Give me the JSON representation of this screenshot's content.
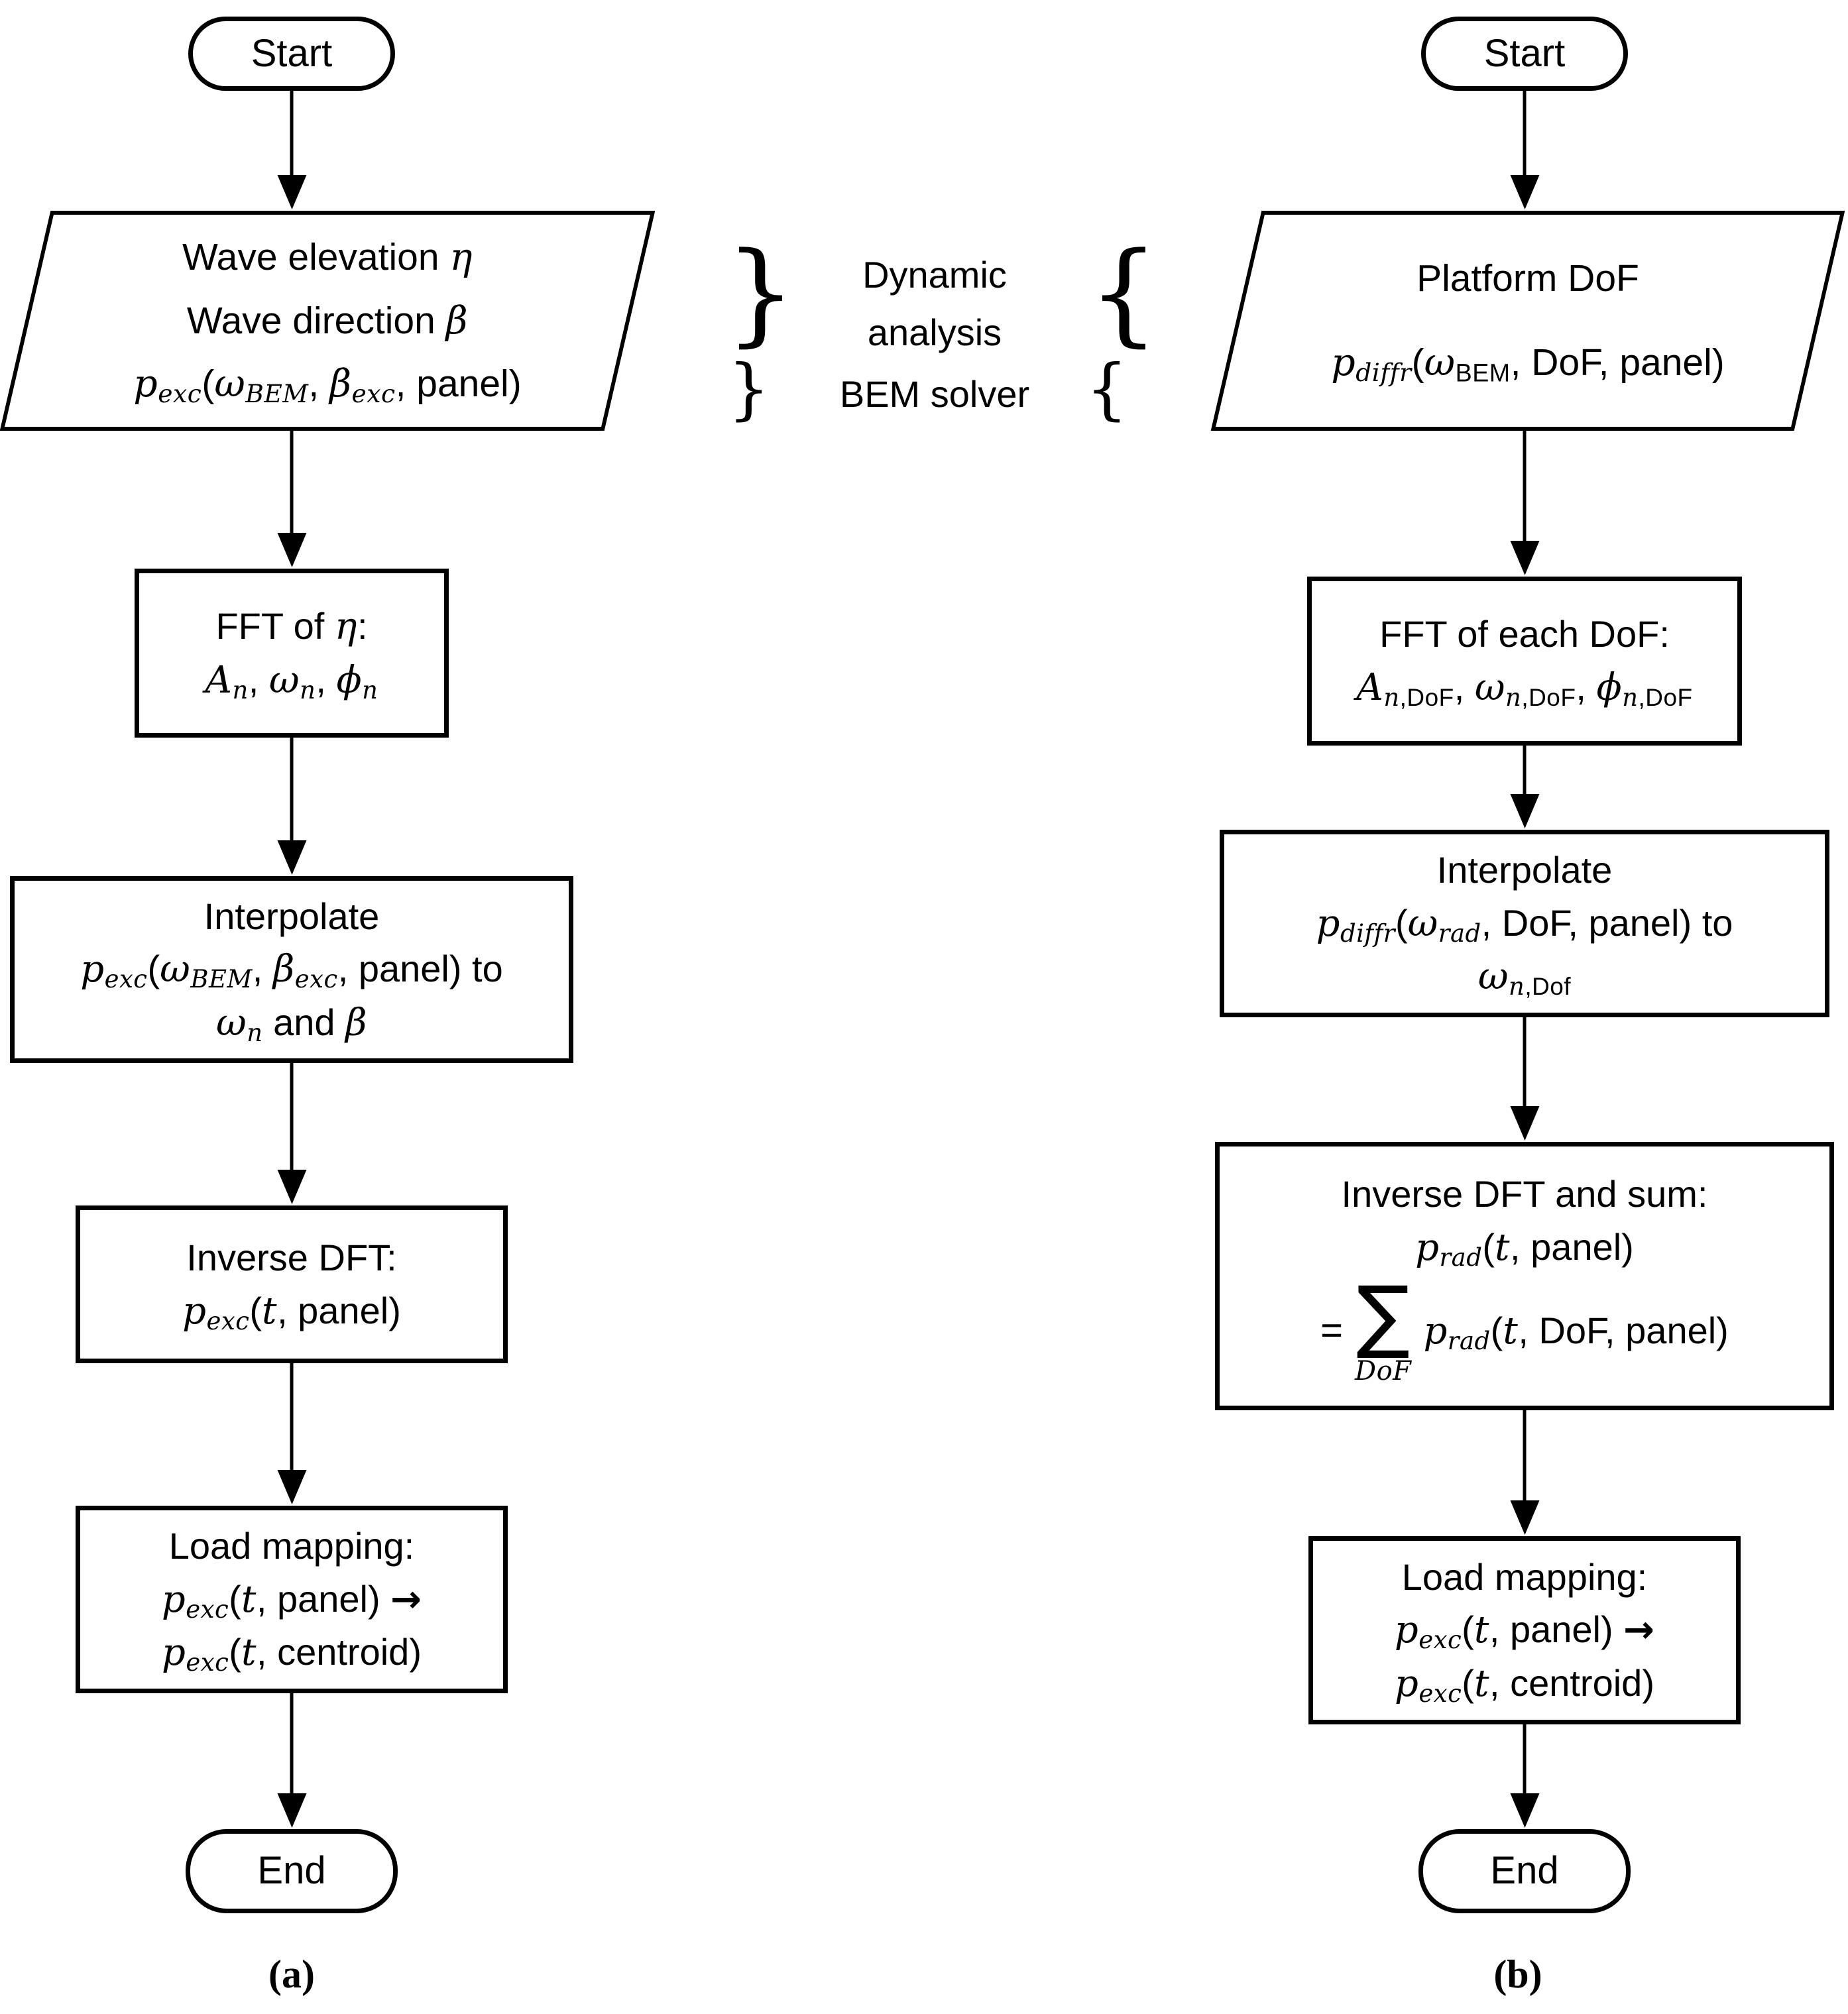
{
  "left": {
    "start_label": "Start",
    "input_lines": [
      "Wave elevation *η*",
      "Wave direction *β*",
      "*p*_{*exc*}(*ω*_{*BEM*}, *β*_{*exc*}, panel)"
    ],
    "fft_lines": [
      "FFT of *η*:",
      "*A*_{*n*}, *ω*_{*n*}, *ϕ*_{*n*}"
    ],
    "interp_lines": [
      "Interpolate",
      "*p*_{*exc*}(*ω*_{*BEM*}, *β*_{*exc*}, panel) to",
      "*ω*_{*n*} and *β*"
    ],
    "idft_lines": [
      "Inverse DFT:",
      "*p*_{*exc*}(*t*, panel)"
    ],
    "load_lines": [
      "Load mapping:",
      "*p*_{*exc*}(*t*, panel) →",
      "*p*_{*exc*}(*t*, centroid)"
    ],
    "end_label": "End",
    "caption": "(a)"
  },
  "center": {
    "dynamic_lines": [
      "Dynamic",
      "analysis"
    ],
    "bem_label": "BEM solver",
    "brace_close": "}",
    "brace_open": "{"
  },
  "right": {
    "start_label": "Start",
    "input_lines": [
      "Platform DoF",
      "*p*_{*diffr*}(*ω*_{BEM}, DoF, panel)"
    ],
    "fft_lines": [
      "FFT of each DoF:",
      "*A*_{*n*,DoF}, *ω*_{*n*,DoF}, *ϕ*_{*n*,DoF}"
    ],
    "interp_lines": [
      "Interpolate",
      "*p*_{*diffr*}(*ω*_{*rad*}, DoF, panel) to",
      "*ω*_{*n*,Dof}"
    ],
    "idft_title": "Inverse DFT and sum:",
    "idft_line2": "*p*_{*rad*}(*t*, panel)",
    "idft_equals": "=",
    "idft_sigma": "∑",
    "idft_sigma_sub": "*DoF*",
    "idft_rhs": "*p*_{*rad*}(*t*, DoF, panel)",
    "load_lines": [
      "Load mapping:",
      "*p*_{*exc*}(*t*, panel) →",
      "*p*_{*exc*}(*t*, centroid)"
    ],
    "end_label": "End",
    "caption": "(b)"
  },
  "colors": {
    "stroke": "#000000",
    "background": "#ffffff"
  }
}
